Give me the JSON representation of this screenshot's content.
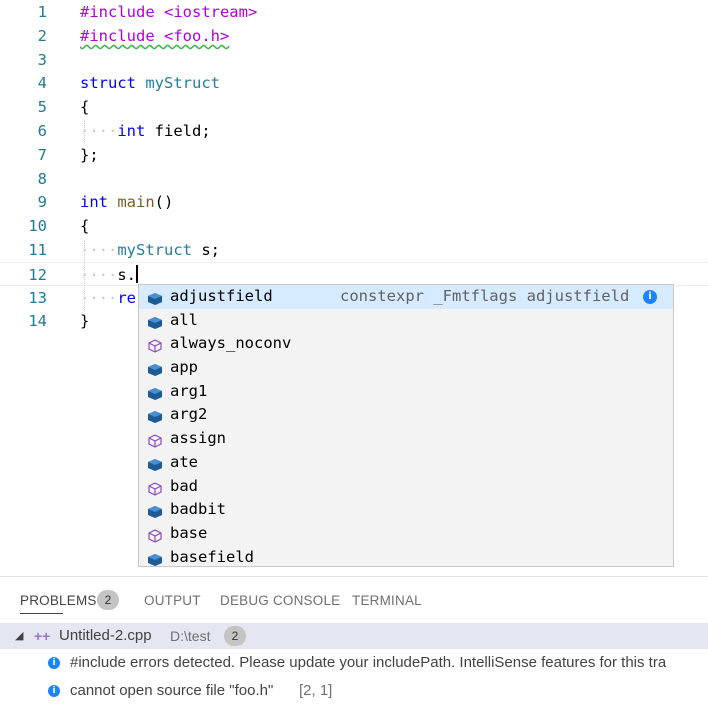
{
  "editor": {
    "lines": [
      {
        "num": "1",
        "parts": [
          [
            "pp",
            "#include <iostream>"
          ]
        ]
      },
      {
        "num": "2",
        "parts": [
          [
            "pp-squig",
            "#include <foo.h>"
          ]
        ]
      },
      {
        "num": "3",
        "parts": []
      },
      {
        "num": "4",
        "parts": [
          [
            "kw",
            "struct"
          ],
          [
            "t",
            " "
          ],
          [
            "ty",
            "myStruct"
          ]
        ]
      },
      {
        "num": "5",
        "parts": [
          [
            "t",
            "{"
          ]
        ]
      },
      {
        "num": "6",
        "parts": [
          [
            "dots",
            "····"
          ],
          [
            "kw",
            "int"
          ],
          [
            "t",
            " field;"
          ]
        ]
      },
      {
        "num": "7",
        "parts": [
          [
            "t",
            "};"
          ]
        ]
      },
      {
        "num": "8",
        "parts": []
      },
      {
        "num": "9",
        "parts": [
          [
            "kw",
            "int"
          ],
          [
            "t",
            " "
          ],
          [
            "fn",
            "main"
          ],
          [
            "t",
            "()"
          ]
        ]
      },
      {
        "num": "10",
        "parts": [
          [
            "t",
            "{"
          ]
        ]
      },
      {
        "num": "11",
        "parts": [
          [
            "dots",
            "····"
          ],
          [
            "ty",
            "myStruct"
          ],
          [
            "t",
            " s;"
          ]
        ]
      },
      {
        "num": "12",
        "parts": [
          [
            "dots",
            "····"
          ],
          [
            "t",
            "s."
          ],
          [
            "cursor",
            ""
          ]
        ]
      },
      {
        "num": "13",
        "parts": [
          [
            "dots",
            "····"
          ],
          [
            "kw",
            "re"
          ]
        ]
      },
      {
        "num": "14",
        "parts": [
          [
            "t",
            "}"
          ]
        ]
      }
    ]
  },
  "suggest": {
    "items": [
      {
        "label": "adjustfield",
        "icon": "field",
        "selected": true,
        "detail": "constexpr _Fmtflags adjustfield"
      },
      {
        "label": "all",
        "icon": "field"
      },
      {
        "label": "always_noconv",
        "icon": "method"
      },
      {
        "label": "app",
        "icon": "field"
      },
      {
        "label": "arg1",
        "icon": "field"
      },
      {
        "label": "arg2",
        "icon": "field"
      },
      {
        "label": "assign",
        "icon": "method"
      },
      {
        "label": "ate",
        "icon": "field"
      },
      {
        "label": "bad",
        "icon": "method"
      },
      {
        "label": "badbit",
        "icon": "field"
      },
      {
        "label": "base",
        "icon": "method"
      },
      {
        "label": "basefield",
        "icon": "field"
      }
    ]
  },
  "panel": {
    "tabs": {
      "problems": "PROBLEMS",
      "problems_count": "2",
      "output": "OUTPUT",
      "debug_console": "DEBUG CONSOLE",
      "terminal": "TERMINAL"
    },
    "file": {
      "name": "Untitled-2.cpp",
      "path": "D:\\test",
      "count": "2"
    },
    "messages": [
      {
        "text": "#include errors detected. Please update your includePath. IntelliSense features for this tra",
        "location": ""
      },
      {
        "text": "cannot open source file \"foo.h\"",
        "location": "[2, 1]"
      }
    ]
  },
  "colors": {
    "keyword": "#0000ff",
    "preprocessor": "#af00db",
    "type": "#267f99",
    "function": "#795e26",
    "line_number": "#237893",
    "selection": "#d6ebff",
    "info": "#1a85ff"
  }
}
